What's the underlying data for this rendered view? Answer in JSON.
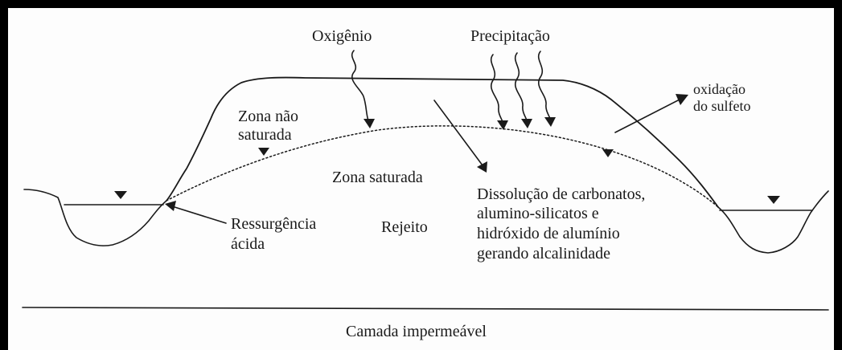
{
  "labels": {
    "oxygen": "Oxigênio",
    "precipitation": "Precipitação",
    "sulfide_oxidation_line1": "oxidação",
    "sulfide_oxidation_line2": "do sulfeto",
    "unsaturated_zone_line1": "Zona não",
    "unsaturated_zone_line2": "saturada",
    "saturated_zone": "Zona saturada",
    "dissolution_line1": "Dissolução de carbonatos,",
    "dissolution_line2": "alumino-silicatos e",
    "dissolution_line3": "hidróxido de alumínio",
    "dissolution_line4": "gerando alcalinidade",
    "acid_resurgence_line1": "Ressurgência",
    "acid_resurgence_line2": "ácida",
    "tailings": "Rejeito",
    "impermeable_layer": "Camada impermeável"
  },
  "colors": {
    "ink": "#1a1a1a",
    "frame": "#000000",
    "paper": "#fdfdfd"
  }
}
